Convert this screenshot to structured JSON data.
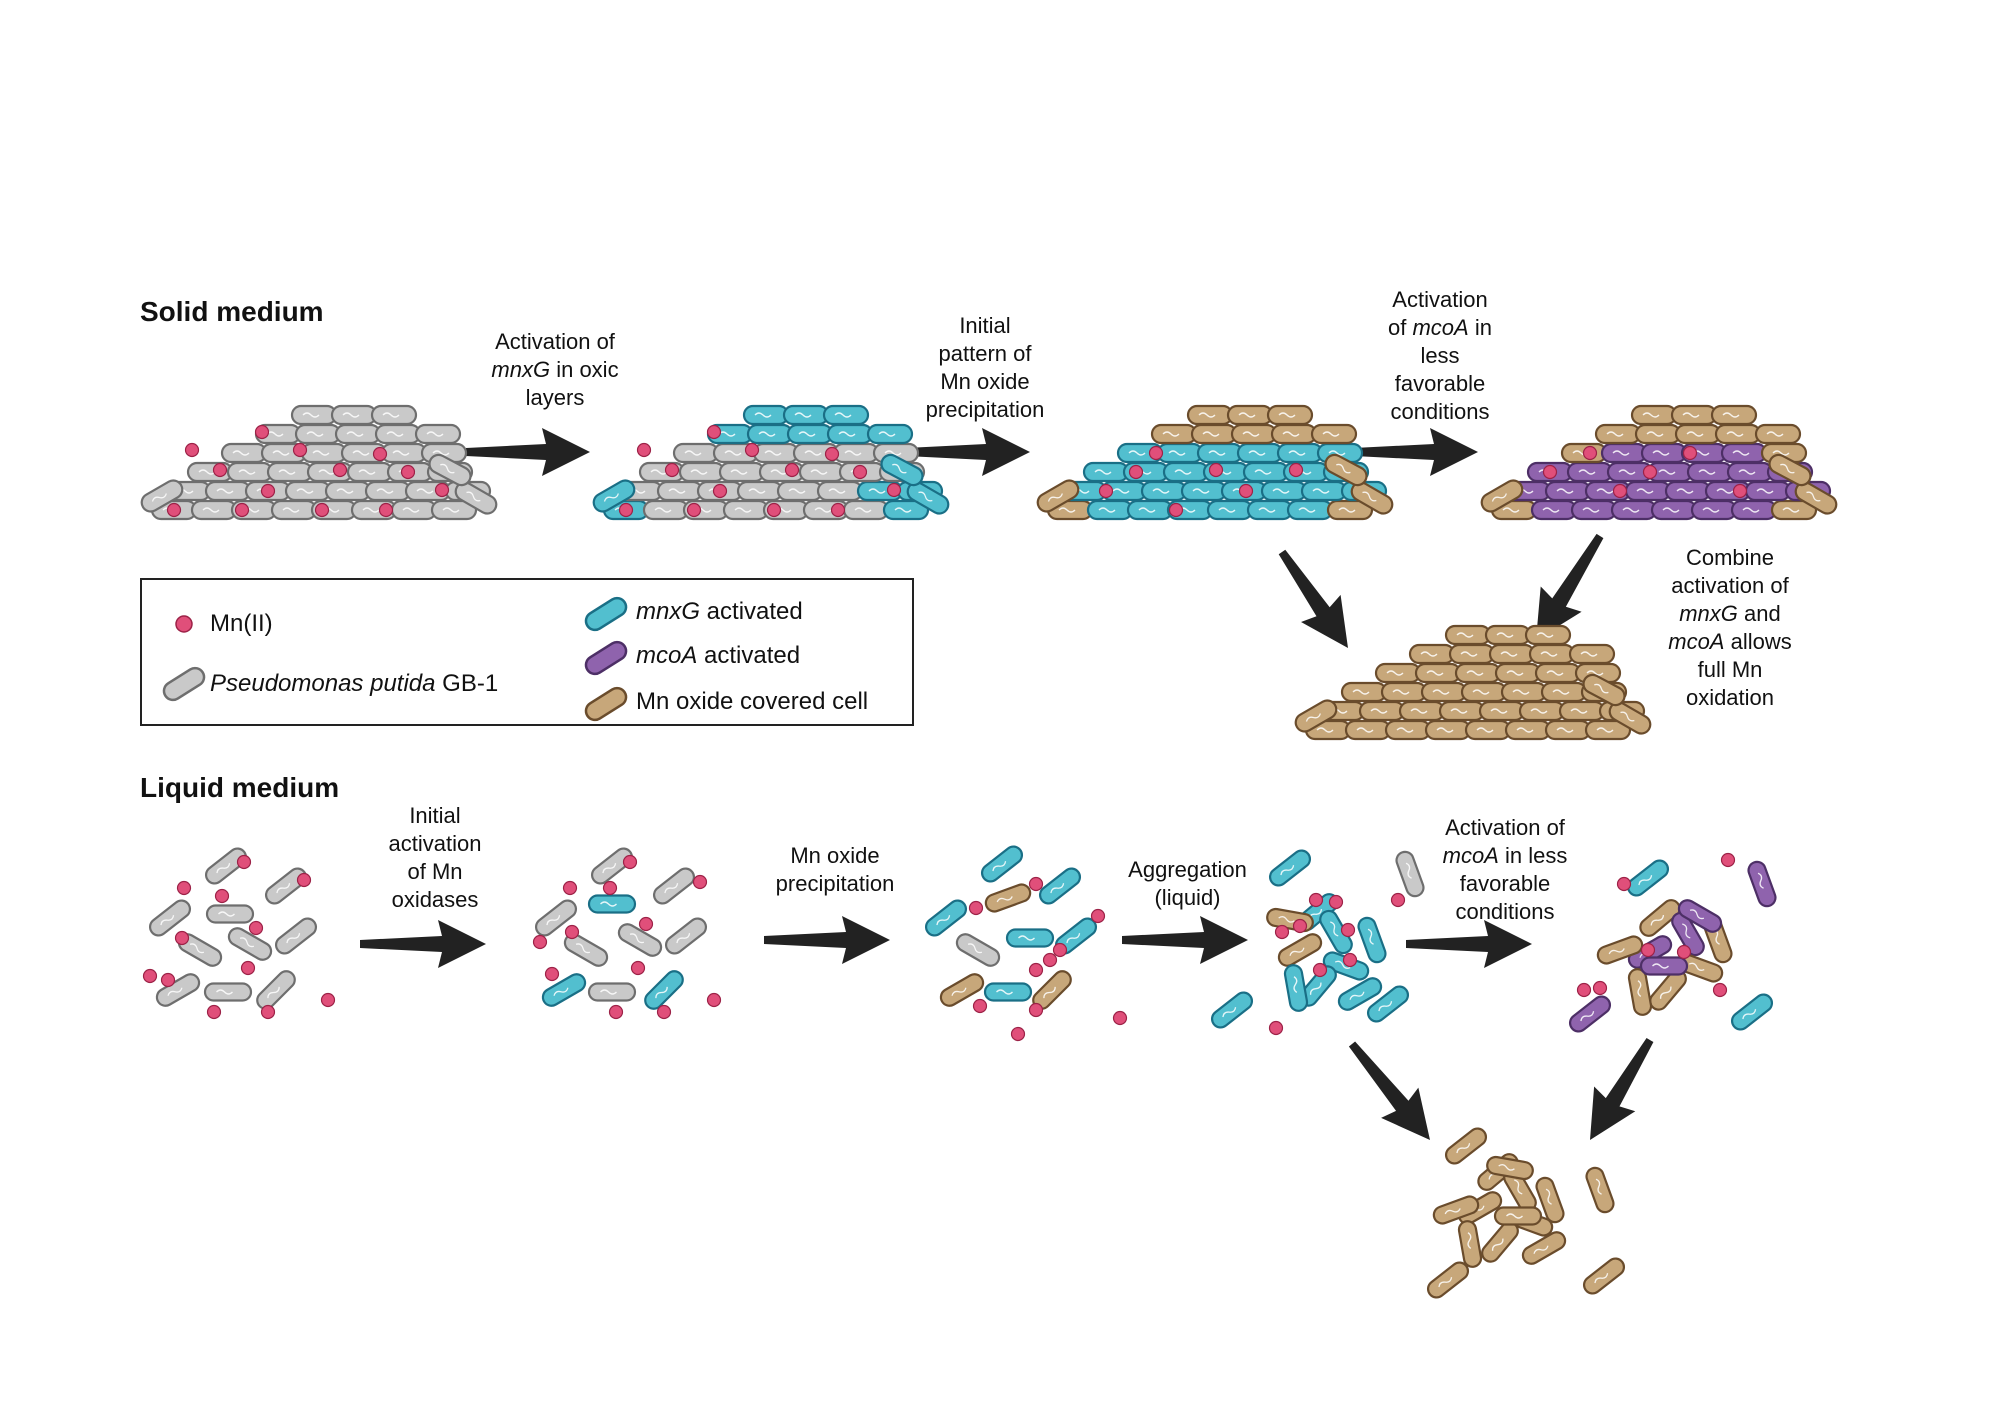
{
  "sections": {
    "solid": "Solid medium",
    "liquid": "Liquid medium"
  },
  "captions": {
    "s1": [
      "Activation of",
      "mnxG in oxic",
      "layers"
    ],
    "s1_ital": "mnxG",
    "s2": [
      "Initial",
      "pattern of",
      "Mn oxide",
      "precipitation"
    ],
    "s3": [
      "Activation",
      "of mcoA in",
      "less",
      "favorable",
      "conditions"
    ],
    "s3_ital": "mcoA",
    "s4": [
      "Combine",
      "activation of",
      "mnxG and",
      "mcoA allows",
      "full Mn",
      "oxidation"
    ],
    "l1": [
      "Initial",
      "activation",
      "of Mn",
      "oxidases"
    ],
    "l2": [
      "Mn oxide",
      "precipitation"
    ],
    "l3": [
      "Aggregation",
      "(liquid)"
    ],
    "l4": [
      "Activation of",
      "mcoA in less",
      "favorable",
      "conditions"
    ]
  },
  "legend": {
    "mn": "Mn(II)",
    "pp_ital": "Pseudomonas putida",
    "pp_rest": " GB-1",
    "mnxg_ital": "mnxG",
    "mnxg_rest": " activated",
    "mcoa_ital": "mcoA",
    "mcoa_rest": " activated",
    "oxide": "Mn oxide covered cell"
  },
  "colors": {
    "gray_fill": "#c9c9c9",
    "gray_stroke": "#6e6e6e",
    "blue_fill": "#52bfcf",
    "blue_stroke": "#1a6f86",
    "purple_fill": "#8f63ad",
    "purple_stroke": "#4d2f66",
    "tan_fill": "#c7a77a",
    "tan_stroke": "#6a4c2c",
    "mn": "#e04f7a",
    "mn_stroke": "#9c2247",
    "arrow": "#222222"
  }
}
